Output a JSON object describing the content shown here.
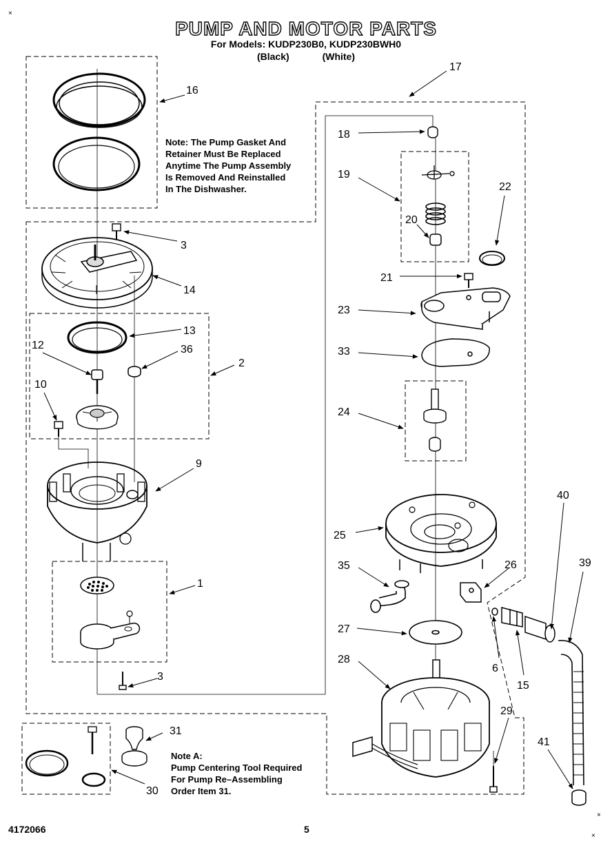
{
  "header": {
    "title": "PUMP AND MOTOR PARTS",
    "models_line": "For Models: KUDP230B0, KUDP230BWH0",
    "color_black": "(Black)",
    "color_white": "(White)"
  },
  "notes": {
    "gasket": [
      "Note: The Pump Gasket And",
      "Retainer Must Be Replaced",
      "Anytime The Pump Assembly",
      "Is Removed And Reinstalled",
      "In The Dishwasher."
    ],
    "note_a": [
      "Note A:",
      "Pump Centering Tool Required",
      "For Pump Re–Assembling",
      "Order Item 31."
    ]
  },
  "callouts": [
    "16",
    "3",
    "14",
    "13",
    "12",
    "36",
    "2",
    "10",
    "9",
    "1",
    "3",
    "31",
    "30",
    "17",
    "18",
    "19",
    "20",
    "22",
    "21",
    "23",
    "33",
    "24",
    "25",
    "35",
    "26",
    "27",
    "28",
    "40",
    "39",
    "6",
    "15",
    "29",
    "41"
  ],
  "footer": {
    "part_number": "4172066",
    "page_number": "5"
  },
  "corner_marks": [
    "×",
    "×",
    "×"
  ]
}
